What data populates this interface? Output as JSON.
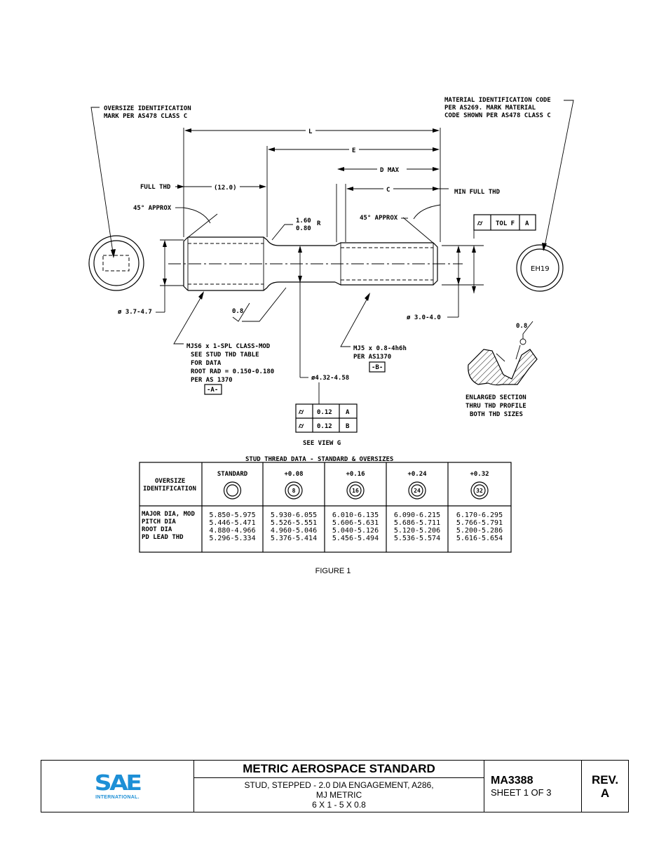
{
  "drawing": {
    "oversize_note": [
      "OVERSIZE IDENTIFICATION",
      "MARK PER AS478 CLASS C"
    ],
    "material_note": [
      "MATERIAL IDENTIFICATION CODE",
      "PER AS269.  MARK MATERIAL",
      "CODE SHOWN PER AS478 CLASS C"
    ],
    "dim_L": "L",
    "dim_E": "E",
    "dim_D": "D MAX",
    "dim_C": "C",
    "full_thd": "FULL THD",
    "full_thd_value": "(12.0)",
    "min_full_thd": "MIN FULL THD",
    "approx_left": "45° APPROX",
    "approx_right": "45° APPROX",
    "radius_top": "1.60",
    "radius_bottom": "0.80",
    "radius_r": "R",
    "tol_box": {
      "symbol": "⌭",
      "text": "TOL F",
      "datum": "A"
    },
    "material_code": "EH19",
    "dia_left": "ø 3.7-4.7",
    "dia_right": "ø 3.0-4.0",
    "finish_left": "0.8",
    "finish_right": "0.8",
    "thread_left": [
      "MJS6 x 1-SPL CLASS-MOD",
      "SEE STUD THD TABLE",
      "FOR DATA",
      "ROOT RAD = 0.150-0.180",
      "PER AS 1370"
    ],
    "datum_a": "-A-",
    "thread_right": [
      "MJ5 x 0.8-4h6h",
      "PER AS1370"
    ],
    "datum_b": "-B-",
    "shank_dia": "ø4.32-4.58",
    "runout": [
      {
        "value": "0.12",
        "datum": "A"
      },
      {
        "value": "0.12",
        "datum": "B"
      }
    ],
    "see_view": "SEE VIEW G",
    "enlarged_note": [
      "ENLARGED SECTION",
      "THRU THD PROFILE",
      "BOTH THD SIZES"
    ]
  },
  "table": {
    "title": "STUD THREAD DATA - STANDARD & OVERSIZES",
    "header_label": [
      "OVERSIZE",
      "IDENTIFICATION"
    ],
    "columns": [
      {
        "label": "STANDARD",
        "mark": ""
      },
      {
        "label": "+0.08",
        "mark": "8"
      },
      {
        "label": "+0.16",
        "mark": "16"
      },
      {
        "label": "+0.24",
        "mark": "24"
      },
      {
        "label": "+0.32",
        "mark": "32"
      }
    ],
    "row_labels": [
      "MAJOR DIA, MOD",
      "PITCH DIA",
      "ROOT DIA",
      "PD LEAD THD"
    ],
    "values": [
      [
        "5.850-5.975",
        "5.446-5.471",
        "4.880-4.966",
        "5.296-5.334"
      ],
      [
        "5.930-6.055",
        "5.526-5.551",
        "4.960-5.046",
        "5.376-5.414"
      ],
      [
        "6.010-6.135",
        "5.606-5.631",
        "5.040-5.126",
        "5.456-5.494"
      ],
      [
        "6.090-6.215",
        "5.686-5.711",
        "5.120-5.206",
        "5.536-5.574"
      ],
      [
        "6.170-6.295",
        "5.766-5.791",
        "5.200-5.286",
        "5.616-5.654"
      ]
    ]
  },
  "caption": "FIGURE 1",
  "title_block": {
    "logo_text": "SAE",
    "logo_sub": "INTERNATIONAL.",
    "heading": "METRIC AEROSPACE STANDARD",
    "desc_line1": "STUD, STEPPED - 2.0 DIA ENGAGEMENT, A286,",
    "desc_line2": "MJ METRIC",
    "desc_line3": "6 X 1 - 5 X 0.8",
    "doc_number": "MA3388",
    "sheet": "SHEET 1 OF 3",
    "rev_label": "REV.",
    "rev_value": "A"
  }
}
